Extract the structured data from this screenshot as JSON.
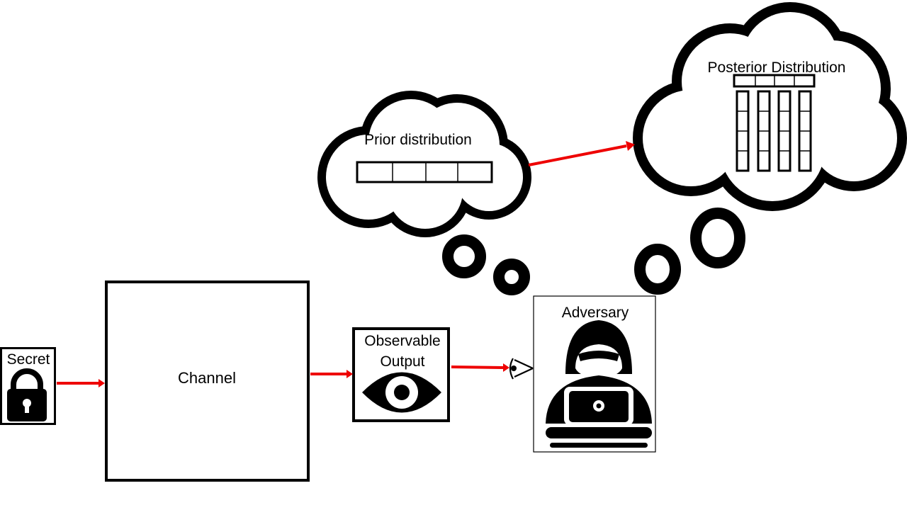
{
  "labels": {
    "secret": "Secret",
    "channel": "Channel",
    "observable_line1": "Observable",
    "observable_line2": "Output",
    "adversary": "Adversary",
    "prior": "Prior distribution",
    "posterior": "Posterior Distribution"
  },
  "colors": {
    "arrow": "#ee0000",
    "stroke": "#000000",
    "background": "#ffffff"
  },
  "icons": [
    "lock-icon",
    "eye-icon",
    "small-eye-icon",
    "hacker-icon"
  ]
}
